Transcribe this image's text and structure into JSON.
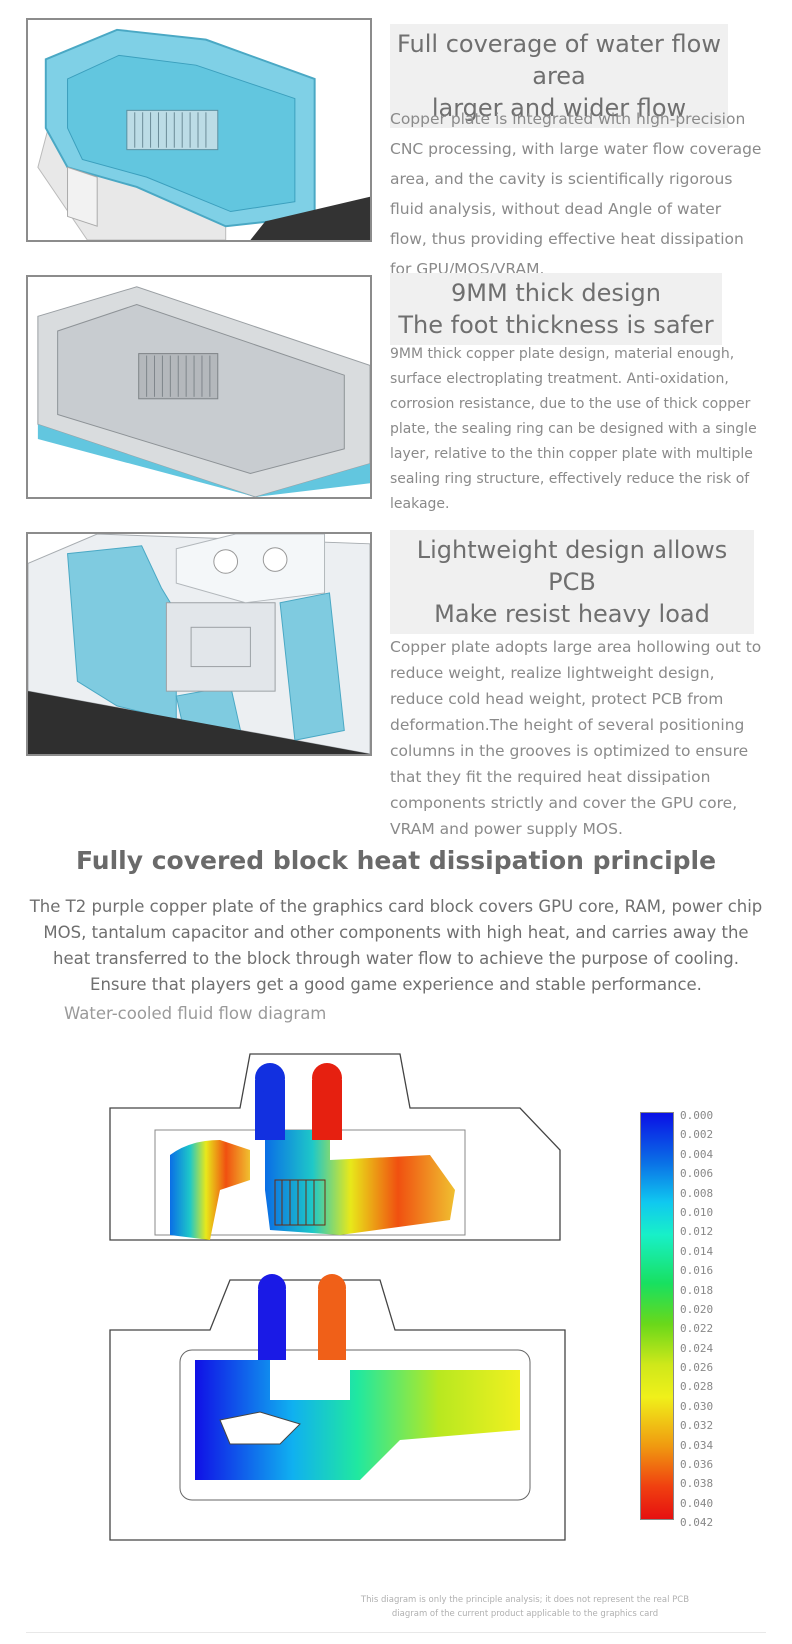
{
  "features": [
    {
      "title_line1": "Full coverage of water flow area",
      "title_line2": "larger and wider flow",
      "body": "Copper plate is integrated with high-precision CNC processing, with large water flow coverage area, and the cavity is scientifically rigorous fluid analysis, without dead Angle of water flow, thus providing effective heat dissipation for GPU/MOS/VRAM."
    },
    {
      "title_line1": "9MM thick design",
      "title_line2": "The foot thickness is safer",
      "body": "9MM thick copper plate design, material enough, surface electroplating treatment. Anti-oxidation, corrosion resistance, due to the use of thick copper plate, the sealing ring can be designed with a single layer, relative to the thin copper plate with multiple sealing ring structure, effectively reduce the risk of leakage."
    },
    {
      "title_line1": "Lightweight design allows PCB",
      "title_line2": "Make resist heavy load",
      "body": "Copper plate adopts large area hollowing out to reduce weight, realize lightweight design, reduce cold head weight, protect PCB from deformation.The height of several positioning columns in the grooves is optimized to ensure that they fit the required heat dissipation components strictly and cover the GPU core, VRAM and power supply MOS."
    }
  ],
  "principle": {
    "title": "Fully covered block heat dissipation principle",
    "body": "The T2 purple copper plate of the graphics card block covers GPU core, RAM, power chip MOS, tantalum capacitor and other components with high heat, and carries away the heat transferred to the block through water flow to achieve the purpose of cooling. Ensure that players get a good game experience and stable performance."
  },
  "flow_diagram": {
    "caption": "Water-cooled fluid flow diagram",
    "legend_ticks": [
      "0.000",
      "0.002",
      "0.004",
      "0.006",
      "0.008",
      "0.010",
      "0.012",
      "0.014",
      "0.016",
      "0.018",
      "0.020",
      "0.022",
      "0.024",
      "0.026",
      "0.028",
      "0.030",
      "0.032",
      "0.034",
      "0.036",
      "0.038",
      "0.040",
      "0.042"
    ],
    "colors": {
      "cold": "#0a10e6",
      "hot": "#e61010",
      "coolant_blue": "#62c6df"
    }
  },
  "disclaimer_line1": "This diagram is only the principle analysis; it does not represent the real PCB",
  "disclaimer_line2": "diagram of the current product applicable to the graphics card"
}
